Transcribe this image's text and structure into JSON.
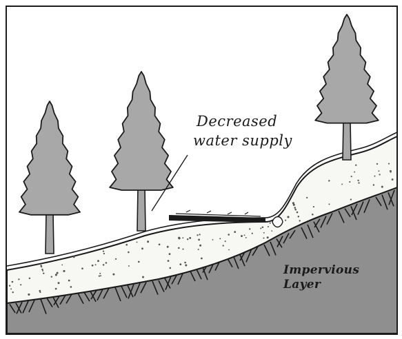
{
  "labels": {
    "callout_line1": "Decreased",
    "callout_line2": "water supply",
    "layer_line1": "Impervious",
    "layer_line2": "Layer"
  },
  "colors": {
    "frame": "#1a1a1a",
    "soil": "#f7f7f4",
    "soil_dots": "#555555",
    "impervious": "#8f8f8f",
    "tree": "#a8a8a8",
    "ink": "#1a1a1a",
    "background": "#ffffff"
  },
  "icons": [
    "conifer-tree",
    "fallen-log"
  ]
}
